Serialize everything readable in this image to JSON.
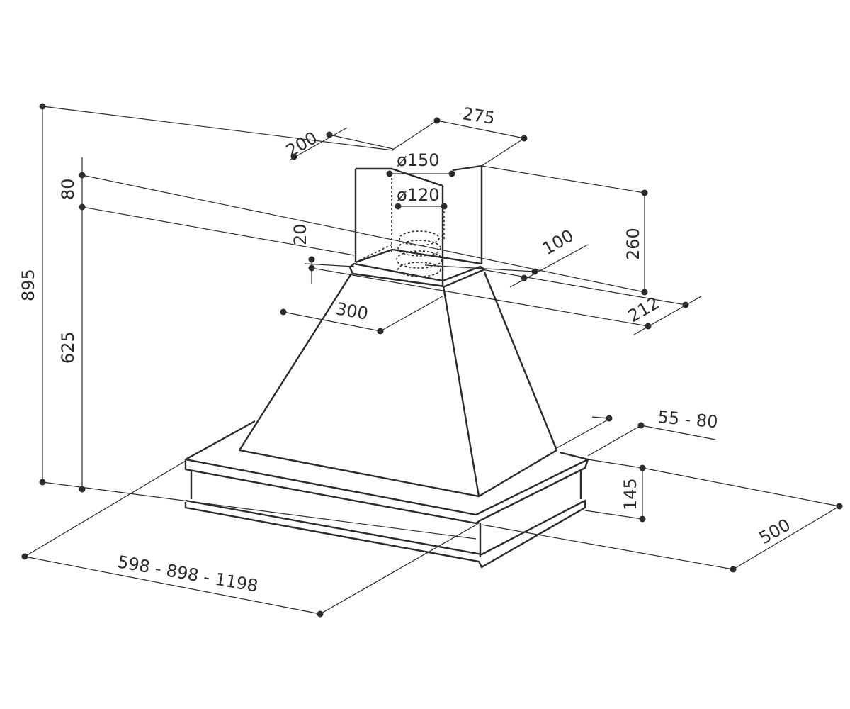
{
  "dimensions": {
    "total_height": "895",
    "top_offset": "80",
    "hood_height": "625",
    "chimney_width": "275",
    "chimney_depth": "200",
    "duct_outer": "ø150",
    "duct_inner": "ø120",
    "chimney_height": "260",
    "step": "20",
    "collar_offset": "100",
    "canopy_top_width": "300",
    "canopy_top_depth": "212",
    "wall_gap": "55 - 80",
    "base_height": "145",
    "depth": "500",
    "width": "598 - 898 - 1198"
  },
  "colors": {
    "line": "#2b2b2b",
    "background": "#ffffff"
  }
}
